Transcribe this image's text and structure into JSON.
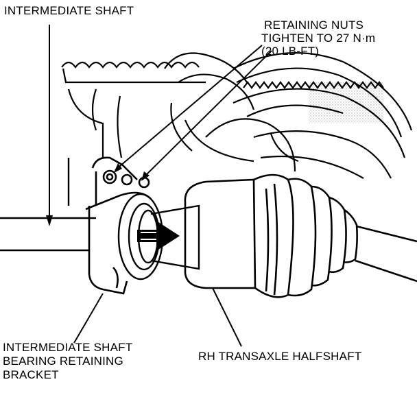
{
  "labels": {
    "intermediate_shaft": "INTERMEDIATE SHAFT",
    "retaining_nuts": {
      "line1": "RETAINING NUTS",
      "line2": "TIGHTEN TO 27 N·m",
      "line3": "(20 LB-FT)"
    },
    "bearing_bracket": {
      "line1": "INTERMEDIATE SHAFT",
      "line2": "BEARING RETAINING",
      "line3": "BRACKET"
    },
    "rh_halfshaft": "RH TRANSAXLE HALFSHAFT"
  },
  "colors": {
    "ink": "#000000",
    "paper": "#ffffff"
  }
}
